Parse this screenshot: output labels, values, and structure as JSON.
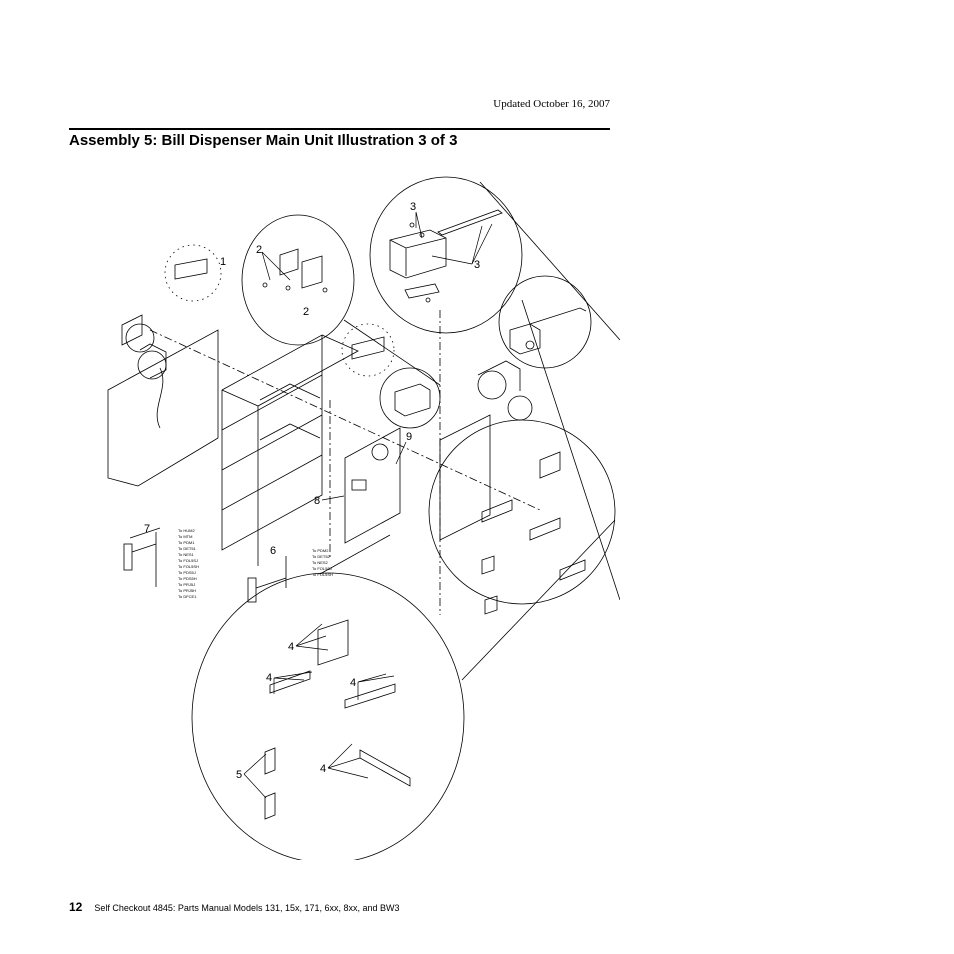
{
  "header": {
    "updated": "Updated October 16, 2007",
    "title": "Assembly 5: Bill Dispenser Main Unit Illustration 3 of 3"
  },
  "figure": {
    "callouts": [
      "1",
      "2",
      "2",
      "3",
      "3",
      "4",
      "4",
      "4",
      "4",
      "5",
      "6",
      "7",
      "8",
      "9"
    ],
    "harness7_labels": [
      "To HUM2",
      "To MTM",
      "To PDM1",
      "To DET51",
      "To NES1",
      "To FOL5SJ",
      "To FOL5SH",
      "To PDS5J",
      "To PDS5H",
      "To PRJ5J",
      "To PRJ5H",
      "To DFCE1"
    ],
    "harness6_labels": [
      "To PDM2",
      "To DET52",
      "To NES2",
      "To FOL5SJ",
      "To FOL5SH"
    ]
  },
  "footer": {
    "page_number": "12",
    "text": "Self Checkout 4845:  Parts Manual Models 131, 15x, 171, 6xx, 8xx, and BW3"
  }
}
